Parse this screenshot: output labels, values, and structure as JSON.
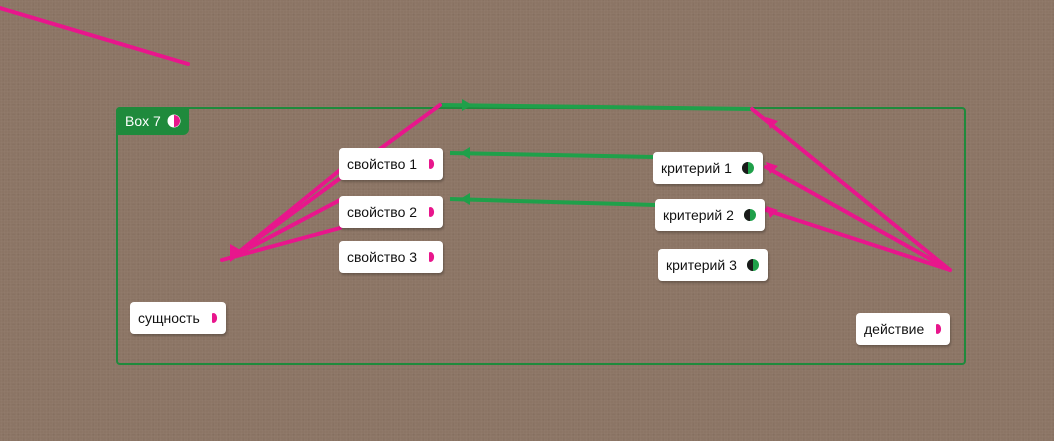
{
  "box": {
    "title": "Box 7",
    "title_icon": "half-circle-icon",
    "border_color": "#1f8a3c"
  },
  "colors": {
    "background": "#8c7565",
    "edge_pink": "#e8168c",
    "edge_green": "#1fa04a",
    "node_bg": "#ffffff"
  },
  "nodes": {
    "entity": {
      "label": "сущность",
      "icon": "pink-half-dot-icon"
    },
    "property_1": {
      "label": "свойство 1",
      "icon": "pink-half-dot-icon"
    },
    "property_2": {
      "label": "свойство 2",
      "icon": "pink-half-dot-icon"
    },
    "property_3": {
      "label": "свойство 3",
      "icon": "pink-half-dot-icon"
    },
    "criterion_1": {
      "label": "критерий 1",
      "icon": "dark-green-half-circle-icon"
    },
    "criterion_2": {
      "label": "критерий 2",
      "icon": "dark-green-half-circle-icon"
    },
    "criterion_3": {
      "label": "критерий 3",
      "icon": "dark-green-half-circle-icon"
    },
    "action": {
      "label": "действие",
      "icon": "pink-half-dot-icon"
    }
  }
}
